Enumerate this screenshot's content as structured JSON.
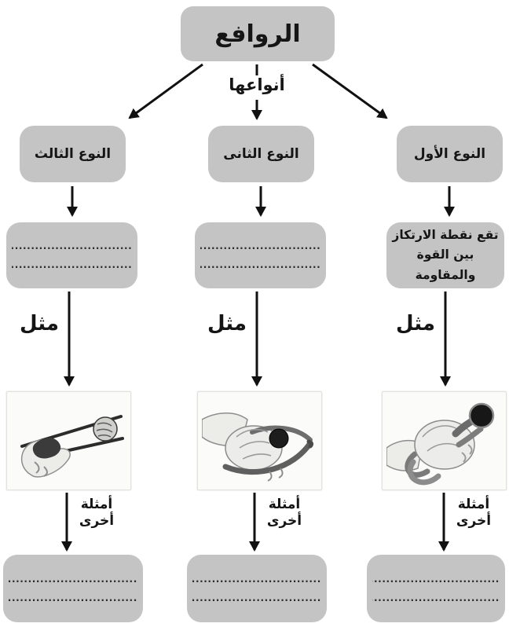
{
  "title": "الروافع",
  "branch_label": "أنواعها",
  "example_label": "مثل",
  "more_examples_line1": "أمثلة",
  "more_examples_line2": "أخرى",
  "dots": "...................................",
  "columns": [
    {
      "position": "right",
      "type_label": "النوع الأول",
      "definition_line1": "تقع نقطة الارتكاز",
      "definition_line2": "بين القوة والمقاومة",
      "definition_is_blank": false,
      "image": "hand-holding-pliers-gripping-nut"
    },
    {
      "position": "middle",
      "type_label": "النوع الثانى",
      "definition_is_blank": true,
      "image": "hand-squeezing-nutcracker-on-nut"
    },
    {
      "position": "left",
      "type_label": "النوع الثالث",
      "definition_is_blank": true,
      "image": "hand-holding-chopsticks-with-food"
    }
  ],
  "colors": {
    "box_fill": "#c4c4c4",
    "arrow": "#111111",
    "background": "#ffffff"
  }
}
